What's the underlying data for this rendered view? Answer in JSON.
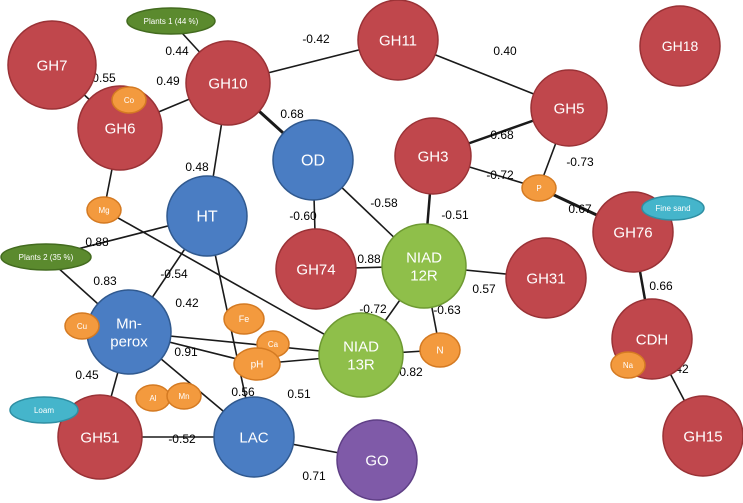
{
  "colors": {
    "red": "#c0474c",
    "red_stroke": "#9a3236",
    "blue": "#4a7dc3",
    "blue_stroke": "#30598f",
    "green": "#8fbf4a",
    "green_stroke": "#6e9a32",
    "orange": "#f39a3e",
    "orange_stroke": "#d47a22",
    "cyan": "#45b5cb",
    "cyan_stroke": "#2f8fa3",
    "olive": "#5b8a2e",
    "olive_stroke": "#436b1f",
    "purple": "#7f5aa8",
    "purple_stroke": "#5f3f86"
  },
  "nodes": [
    {
      "id": "GH7",
      "label": "GH7",
      "kind": "red"
    },
    {
      "id": "GH6",
      "label": "GH6",
      "kind": "red"
    },
    {
      "id": "GH10",
      "label": "GH10",
      "kind": "red"
    },
    {
      "id": "GH11",
      "label": "GH11",
      "kind": "red"
    },
    {
      "id": "GH18",
      "label": "GH18",
      "kind": "red"
    },
    {
      "id": "GH5",
      "label": "GH5",
      "kind": "red"
    },
    {
      "id": "GH3",
      "label": "GH3",
      "kind": "red"
    },
    {
      "id": "GH76",
      "label": "GH76",
      "kind": "red"
    },
    {
      "id": "GH74",
      "label": "GH74",
      "kind": "red"
    },
    {
      "id": "GH31",
      "label": "GH31",
      "kind": "red"
    },
    {
      "id": "CDH",
      "label": "CDH",
      "kind": "red"
    },
    {
      "id": "GH15",
      "label": "GH15",
      "kind": "red"
    },
    {
      "id": "GH51",
      "label": "GH51",
      "kind": "red"
    },
    {
      "id": "OD",
      "label": "OD",
      "kind": "blue"
    },
    {
      "id": "HT",
      "label": "HT",
      "kind": "blue"
    },
    {
      "id": "MNP",
      "label": "Mn-\nperox",
      "kind": "blue"
    },
    {
      "id": "LAC",
      "label": "LAC",
      "kind": "blue"
    },
    {
      "id": "NIAD12R",
      "label": "NIAD\n12R",
      "kind": "green"
    },
    {
      "id": "NIAD13R",
      "label": "NIAD\n13R",
      "kind": "green"
    },
    {
      "id": "GO",
      "label": "GO",
      "kind": "purple"
    },
    {
      "id": "Co",
      "label": "Co",
      "kind": "orange"
    },
    {
      "id": "Mg",
      "label": "Mg",
      "kind": "orange"
    },
    {
      "id": "P",
      "label": "P",
      "kind": "orange"
    },
    {
      "id": "Fe",
      "label": "Fe",
      "kind": "orange"
    },
    {
      "id": "Ca",
      "label": "Ca",
      "kind": "orange"
    },
    {
      "id": "pH",
      "label": "pH",
      "kind": "orange"
    },
    {
      "id": "Cu",
      "label": "Cu",
      "kind": "orange"
    },
    {
      "id": "Al",
      "label": "Al",
      "kind": "orange"
    },
    {
      "id": "Mn",
      "label": "Mn",
      "kind": "orange"
    },
    {
      "id": "N",
      "label": "N",
      "kind": "orange"
    },
    {
      "id": "Na",
      "label": "Na",
      "kind": "orange"
    },
    {
      "id": "Plants1",
      "label": "Plants 1 (44 %)",
      "kind": "olive"
    },
    {
      "id": "Plants2",
      "label": "Plants 2 (35 %)",
      "kind": "olive"
    },
    {
      "id": "FineSand",
      "label": "Fine sand",
      "kind": "cyan"
    },
    {
      "id": "Loam",
      "label": "Loam",
      "kind": "cyan"
    }
  ],
  "edges": [
    {
      "from": "Plants1",
      "to": "GH10",
      "label": "0.44"
    },
    {
      "from": "GH7",
      "to": "GH6",
      "label": "-0.55"
    },
    {
      "from": "GH6",
      "to": "GH10",
      "label": "0.49"
    },
    {
      "from": "GH10",
      "to": "GH11",
      "label": "-0.42"
    },
    {
      "from": "GH11",
      "to": "GH5",
      "label": "0.40"
    },
    {
      "from": "GH10",
      "to": "OD",
      "label": "0.68"
    },
    {
      "from": "GH10",
      "to": "HT",
      "label": "0.48"
    },
    {
      "from": "GH5",
      "to": "GH3",
      "label": "0.68"
    },
    {
      "from": "GH5",
      "to": "P",
      "label": "-0.73"
    },
    {
      "from": "GH3",
      "to": "P",
      "label": "-0.72"
    },
    {
      "from": "GH3",
      "to": "NIAD12R",
      "label": "-0.51"
    },
    {
      "from": "P",
      "to": "GH76",
      "label": "0.67"
    },
    {
      "from": "OD",
      "to": "GH74",
      "label": "-0.60"
    },
    {
      "from": "OD",
      "to": "NIAD12R",
      "label": "-0.58"
    },
    {
      "from": "GH74",
      "to": "NIAD12R",
      "label": "0.88"
    },
    {
      "from": "NIAD12R",
      "to": "GH31",
      "label": "0.57"
    },
    {
      "from": "NIAD12R",
      "to": "N",
      "label": "-0.63"
    },
    {
      "from": "NIAD12R",
      "to": "NIAD13R",
      "label": ""
    },
    {
      "from": "GH76",
      "to": "CDH",
      "label": "0.66"
    },
    {
      "from": "CDH",
      "to": "GH15",
      "label": "0.42"
    },
    {
      "from": "GH6",
      "to": "Mg",
      "label": ""
    },
    {
      "from": "Mg",
      "to": "NIAD13R",
      "label": "-0.72"
    },
    {
      "from": "Plants2",
      "to": "HT",
      "label": "0.88"
    },
    {
      "from": "Plants2",
      "to": "MNP",
      "label": "0.83"
    },
    {
      "from": "HT",
      "to": "MNP",
      "label": "-0.54"
    },
    {
      "from": "HT",
      "to": "LAC",
      "label": "0.56"
    },
    {
      "from": "MNP",
      "to": "NIAD13R",
      "label": "0.42"
    },
    {
      "from": "MNP",
      "to": "pH",
      "label": "0.91"
    },
    {
      "from": "MNP",
      "to": "GH51",
      "label": "0.45"
    },
    {
      "from": "MNP",
      "to": "LAC",
      "label": ""
    },
    {
      "from": "pH",
      "to": "NIAD13R",
      "label": "0.51"
    },
    {
      "from": "N",
      "to": "NIAD13R",
      "label": "0.82"
    },
    {
      "from": "GH51",
      "to": "LAC",
      "label": "-0.52"
    },
    {
      "from": "LAC",
      "to": "GO",
      "label": "0.71"
    }
  ]
}
